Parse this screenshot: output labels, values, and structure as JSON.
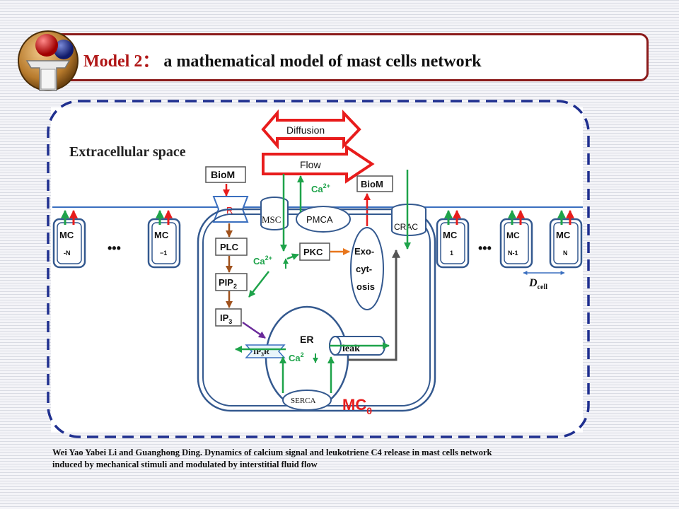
{
  "slide": {
    "title_model": "Model 2：",
    "title_rest": " a mathematical model of  mast cells network",
    "citation_line1": "Wei Yao Yabei Li and Guanghong Ding. Dynamics of calcium signal and leukotriene C4 release in mast cells network",
    "citation_line2": "induced by mechanical stimuli  and modulated by interstitial  fluid flow"
  },
  "diagram": {
    "extracellular_label": "Extracellular space",
    "diffusion_label": "Diffusion",
    "flow_label": "Flow",
    "biom_top": "BioM",
    "biom_right": "BioM",
    "receptor_label": "R",
    "ca_top": "Ca",
    "ca_top_sup": "2+",
    "msc_label": "MSC",
    "pmca_label": "PMCA",
    "crac_label": "CRAC",
    "plc_label": "PLC",
    "pip2_label": "PIP",
    "pip2_sub": "2",
    "ip3_label": "IP",
    "ip3_sub": "3",
    "pkc_label": "PKC",
    "ca_mid": "Ca",
    "ca_mid_sup": "2+",
    "exocytosis_1": "Exo-",
    "exocytosis_2": "cyt-",
    "exocytosis_3": "osis",
    "er_label": "ER",
    "ip3r_label": "IP",
    "ip3r_sub": "3",
    "ip3r_r": "R",
    "ca_er": "Ca",
    "ca_er_sup": "2",
    "leak_label": "leak",
    "serca_label": "SERCA",
    "mc0_label": "MC",
    "mc0_sub": "0",
    "dots": "•••",
    "dcell_label": "D",
    "dcell_sub": "cell",
    "cells": [
      {
        "top": "MC",
        "bottom": "-N"
      },
      {
        "top": "MC",
        "bottom": "−1"
      },
      {
        "top": "MC",
        "bottom": "1"
      },
      {
        "top": "MC",
        "bottom": "N-1"
      },
      {
        "top": "MC",
        "bottom": "N"
      }
    ]
  },
  "colors": {
    "title_accent": "#b01616",
    "border_dark_red": "#8b1a1a",
    "dash_blue": "#1f2f8f",
    "cell_blue": "#34598f",
    "red_arrow": "#e81c1c",
    "green_arrow": "#1ea34a",
    "brown_arrow": "#a0521d",
    "purple_arrow": "#6a2a9a",
    "orange_arrow": "#e8761c",
    "gray_arrow": "#555555"
  }
}
